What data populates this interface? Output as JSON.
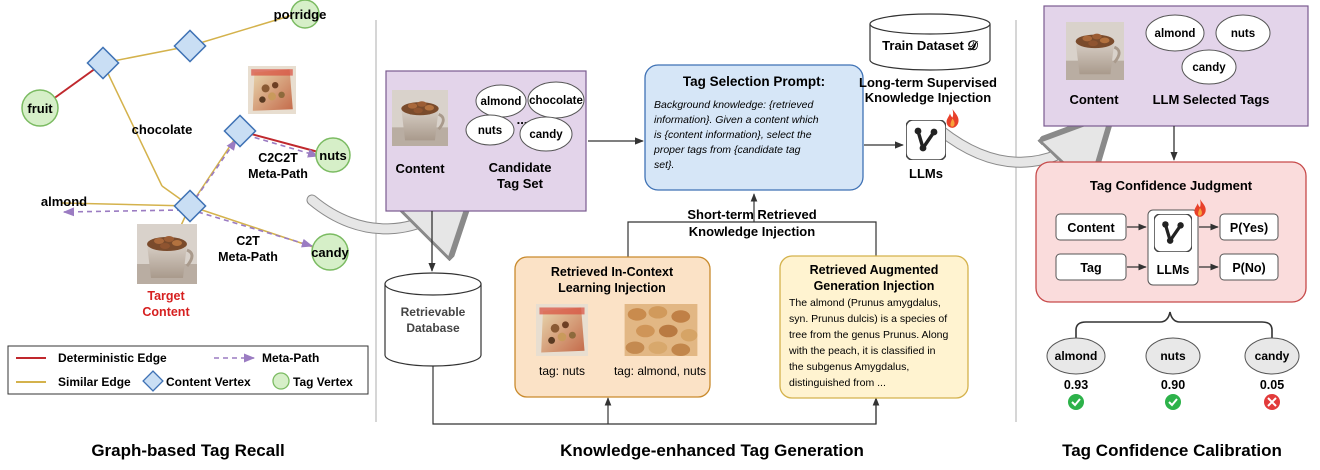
{
  "left": {
    "nodes": {
      "porridge": "porridge",
      "fruit": "fruit",
      "chocolate": "chocolate",
      "nuts": "nuts",
      "almond": "almond",
      "candy": "candy"
    },
    "c2c2t_line1": "C2C2T",
    "c2c2t_line2": "Meta-Path",
    "c2t_line1": "C2T",
    "c2t_line2": "Meta-Path",
    "target_line1": "Target",
    "target_line2": "Content",
    "legend": {
      "deterministic": "Deterministic Edge",
      "meta_path": "Meta-Path",
      "similar": "Similar Edge",
      "content_vertex": "Content Vertex",
      "tag_vertex": "Tag Vertex"
    },
    "section_title": "Graph-based Tag Recall"
  },
  "middle": {
    "candidate_tags": [
      "almond",
      "chocolate",
      "nuts",
      "...",
      "candy"
    ],
    "content_label": "Content",
    "candidate_line1": "Candidate",
    "candidate_line2": "Tag Set",
    "prompt_title": "Tag Selection Prompt:",
    "prompt_lines": [
      "Background knowledge: {retrieved",
      "information}. Given a content which",
      "is {content information}, select the",
      "proper tags  from {candidate tag",
      "set}."
    ],
    "train_dataset": "Train Dataset 𝒟",
    "long_term_line1": "Long-term Supervised",
    "long_term_line2": "Knowledge Injection",
    "llms_label": "LLMs",
    "short_term_line1": "Short-term Retrieved",
    "short_term_line2": "Knowledge Injection",
    "database_line1": "Retrievable",
    "database_line2": "Database",
    "icl_line1": "Retrieved In-Context",
    "icl_line2": "Learning Injection",
    "icl_tag1": "tag: nuts",
    "icl_tag2": "tag: almond, nuts",
    "rag_line1": "Retrieved Augmented",
    "rag_line2": "Generation Injection",
    "rag_lines": [
      "The almond (Prunus amygdalus,",
      "syn. Prunus dulcis) is a species of",
      "tree from the genus Prunus. Along",
      "with the peach, it is classified in",
      "the subgenus Amygdalus,",
      "distinguished from ..."
    ],
    "section_title": "Knowledge-enhanced Tag Generation"
  },
  "right": {
    "selected_tags": [
      "almond",
      "nuts",
      "candy"
    ],
    "content_label": "Content",
    "llm_selected": "LLM Selected Tags",
    "judgment_title": "Tag Confidence Judgment",
    "input_content": "Content",
    "input_tag": "Tag",
    "llms_label": "LLMs",
    "p_yes": "P(Yes)",
    "p_no": "P(No)",
    "results": [
      {
        "tag": "almond",
        "score": "0.93",
        "accepted": true
      },
      {
        "tag": "nuts",
        "score": "0.90",
        "accepted": true
      },
      {
        "tag": "candy",
        "score": "0.05",
        "accepted": false
      }
    ],
    "section_title": "Tag Confidence Calibration"
  },
  "colors": {
    "deterministic_edge": "#c0282d",
    "similar_edge": "#d4b24c",
    "meta_path": "#9b7cc2",
    "content_vertex_fill": "#c9def4",
    "content_vertex_stroke": "#3f72b5",
    "tag_vertex_fill": "#d6efc8",
    "tag_vertex_stroke": "#7bbb62",
    "purple_panel": "#e3d4ea",
    "blue_panel": "#d6e6f7",
    "orange_panel": "#fbe2c6",
    "yellow_panel": "#fff3d0",
    "red_panel": "#fadcdc",
    "target_text": "#d62020",
    "check_green": "#2db24a",
    "cross_red": "#e23b3b"
  }
}
